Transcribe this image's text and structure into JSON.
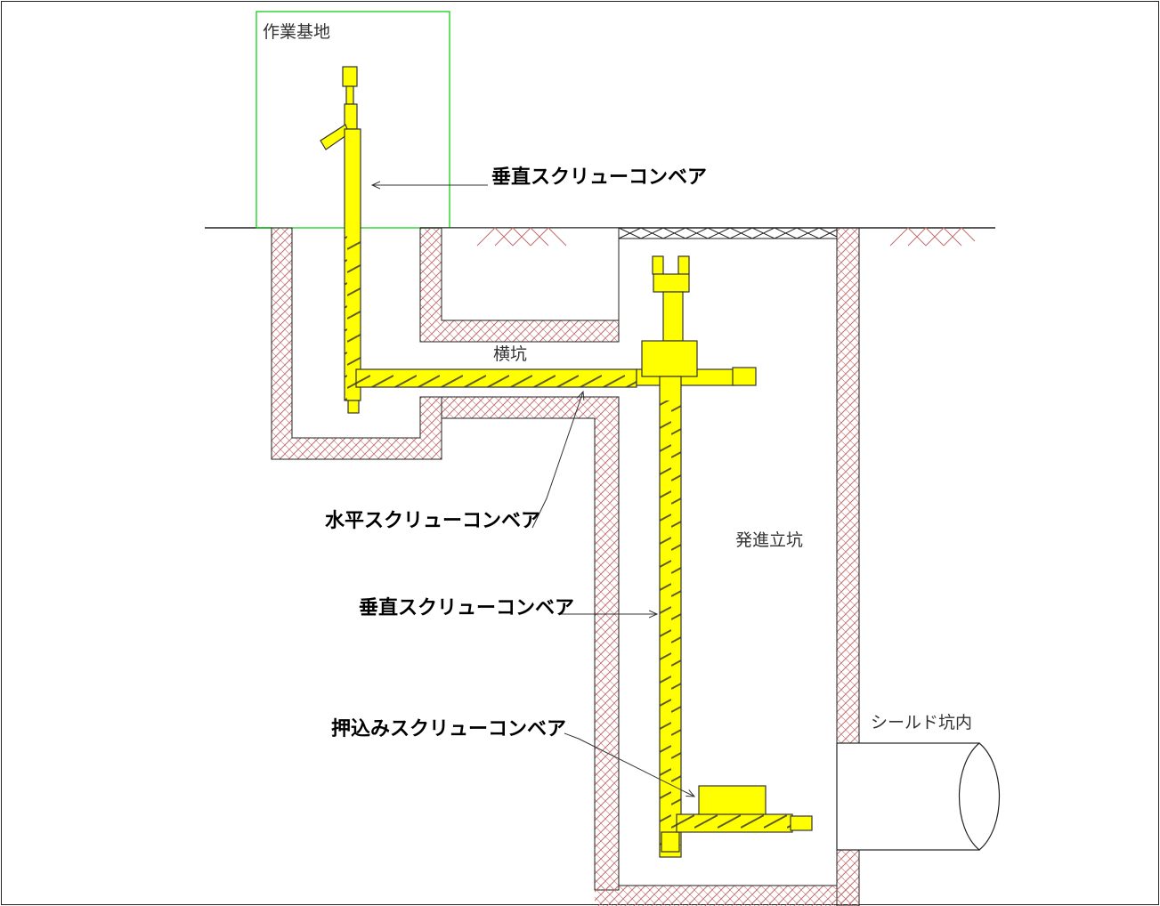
{
  "labels": {
    "work_base": "作業基地",
    "vertical_conveyor_top": "垂直スクリューコンベア",
    "horizontal_tunnel": "横坑",
    "horizontal_conveyor": "水平スクリューコンベア",
    "launch_shaft": "発進立坑",
    "vertical_conveyor_shaft": "垂直スクリューコンベア",
    "push_conveyor": "押込みスクリューコンベア",
    "shield_tunnel": "シールド坑内"
  },
  "colors": {
    "conveyor": "#ffff00",
    "work_base_border": "#00cc00",
    "soil_hatch": "#c07070",
    "outline": "#222222"
  }
}
